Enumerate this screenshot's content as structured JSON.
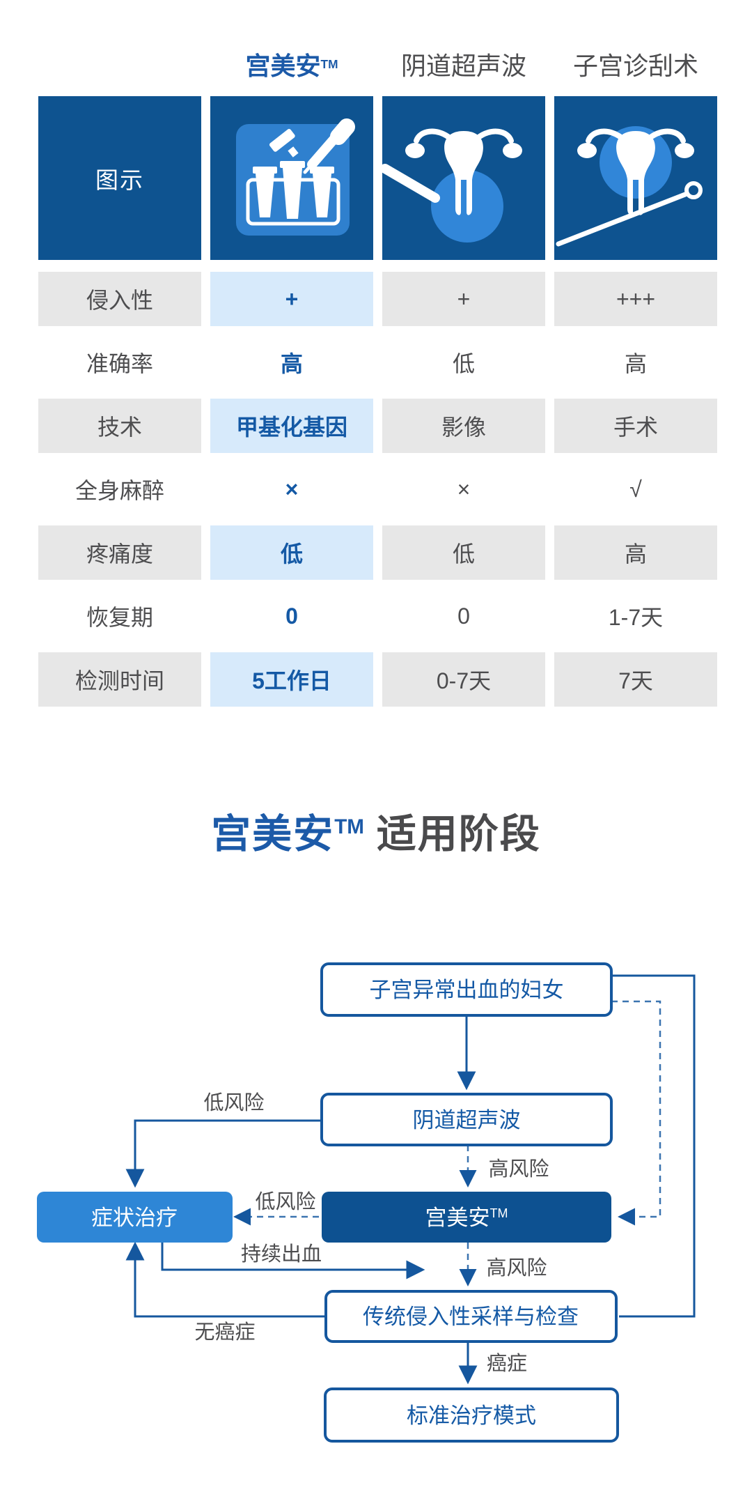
{
  "header": {
    "brand": "宫美安",
    "tm": "TM",
    "col_ultrasound": "阴道超声波",
    "col_curettage": "子宫诊刮术"
  },
  "table": {
    "image_row_label": "图示",
    "icons": {
      "gongmeian": "sample-tubes-pipette-icon",
      "ultrasound": "uterus-ultrasound-probe-icon",
      "curettage": "uterus-curette-icon"
    },
    "rows": [
      {
        "label": "侵入性",
        "gongmeian": "+",
        "ultrasound": "+",
        "curettage": "+++"
      },
      {
        "label": "准确率",
        "gongmeian": "高",
        "ultrasound": "低",
        "curettage": "高"
      },
      {
        "label": "技术",
        "gongmeian": "甲基化基因",
        "ultrasound": "影像",
        "curettage": "手术"
      },
      {
        "label": "全身麻醉",
        "gongmeian": "×",
        "ultrasound": "×",
        "curettage": "√"
      },
      {
        "label": "疼痛度",
        "gongmeian": "低",
        "ultrasound": "低",
        "curettage": "高"
      },
      {
        "label": "恢复期",
        "gongmeian": "0",
        "ultrasound": "0",
        "curettage": "1-7天"
      },
      {
        "label": "检测时间",
        "gongmeian": "5工作日",
        "ultrasound": "0-7天",
        "curettage": "7天"
      }
    ]
  },
  "section": {
    "brand": "宫美安",
    "tm": "TM",
    "title_rest": "适用阶段"
  },
  "flow": {
    "nodes": {
      "abnormal_bleeding": "子宫异常出血的妇女",
      "ultrasound": "阴道超声波",
      "gongmeian": "宫美安",
      "gongmeian_tm": "TM",
      "symptomatic": "症状治疗",
      "invasive": "传统侵入性采样与检查",
      "standard": "标准治疗模式"
    },
    "labels": {
      "low_risk_1": "低风险",
      "high_risk_1": "高风险",
      "low_risk_2": "低风险",
      "persistent_bleeding": "持续出血",
      "high_risk_2": "高风险",
      "no_cancer": "无癌症",
      "cancer": "癌症"
    }
  },
  "colors": {
    "brand_blue": "#1c5aa8",
    "cell_dark_blue": "#0e5390",
    "icon_square_blue": "#2f80ce",
    "icon_circle_blue": "#3186d8",
    "cell_gray": "#e7e7e7",
    "cell_light_blue": "#d7eafb",
    "text_dark": "#4d4d4f",
    "text_blue": "#1459a5",
    "line_blue": "#15579e",
    "node_dark_fill": "#0d5191",
    "node_medium_fill": "#2e86d6"
  }
}
